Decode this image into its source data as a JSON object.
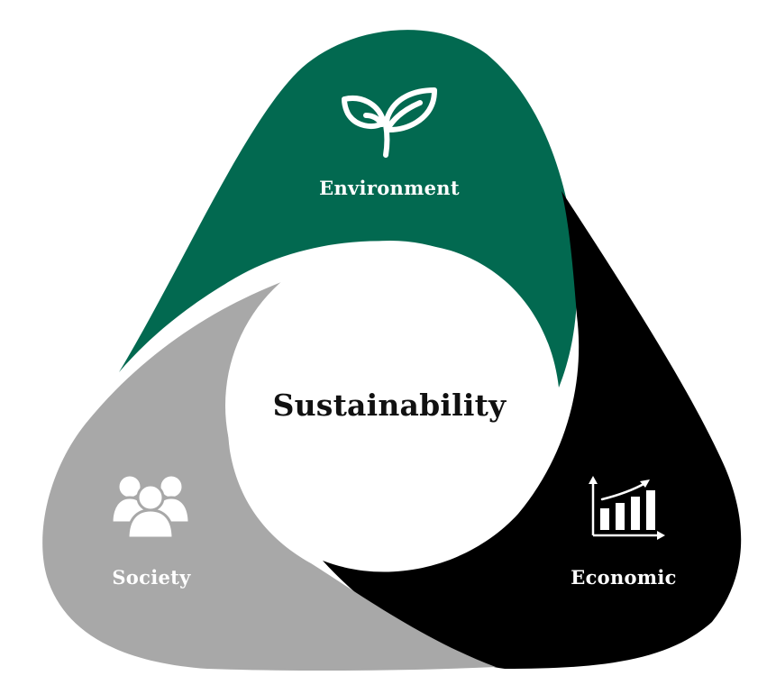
{
  "title": "Sustainability",
  "segments": [
    {
      "id": "environment",
      "label": "Environment",
      "icon": "sprout-leaf-icon",
      "color": "#026950"
    },
    {
      "id": "economic",
      "label": "Economic",
      "icon": "bar-chart-growth-icon",
      "color": "#000000"
    },
    {
      "id": "society",
      "label": "Society",
      "icon": "people-group-icon",
      "color": "#a8a8a8"
    }
  ],
  "colors": {
    "background": "#ffffff",
    "center_circle": "#ffffff",
    "label_text": "#ffffff",
    "center_text": "#111111"
  }
}
